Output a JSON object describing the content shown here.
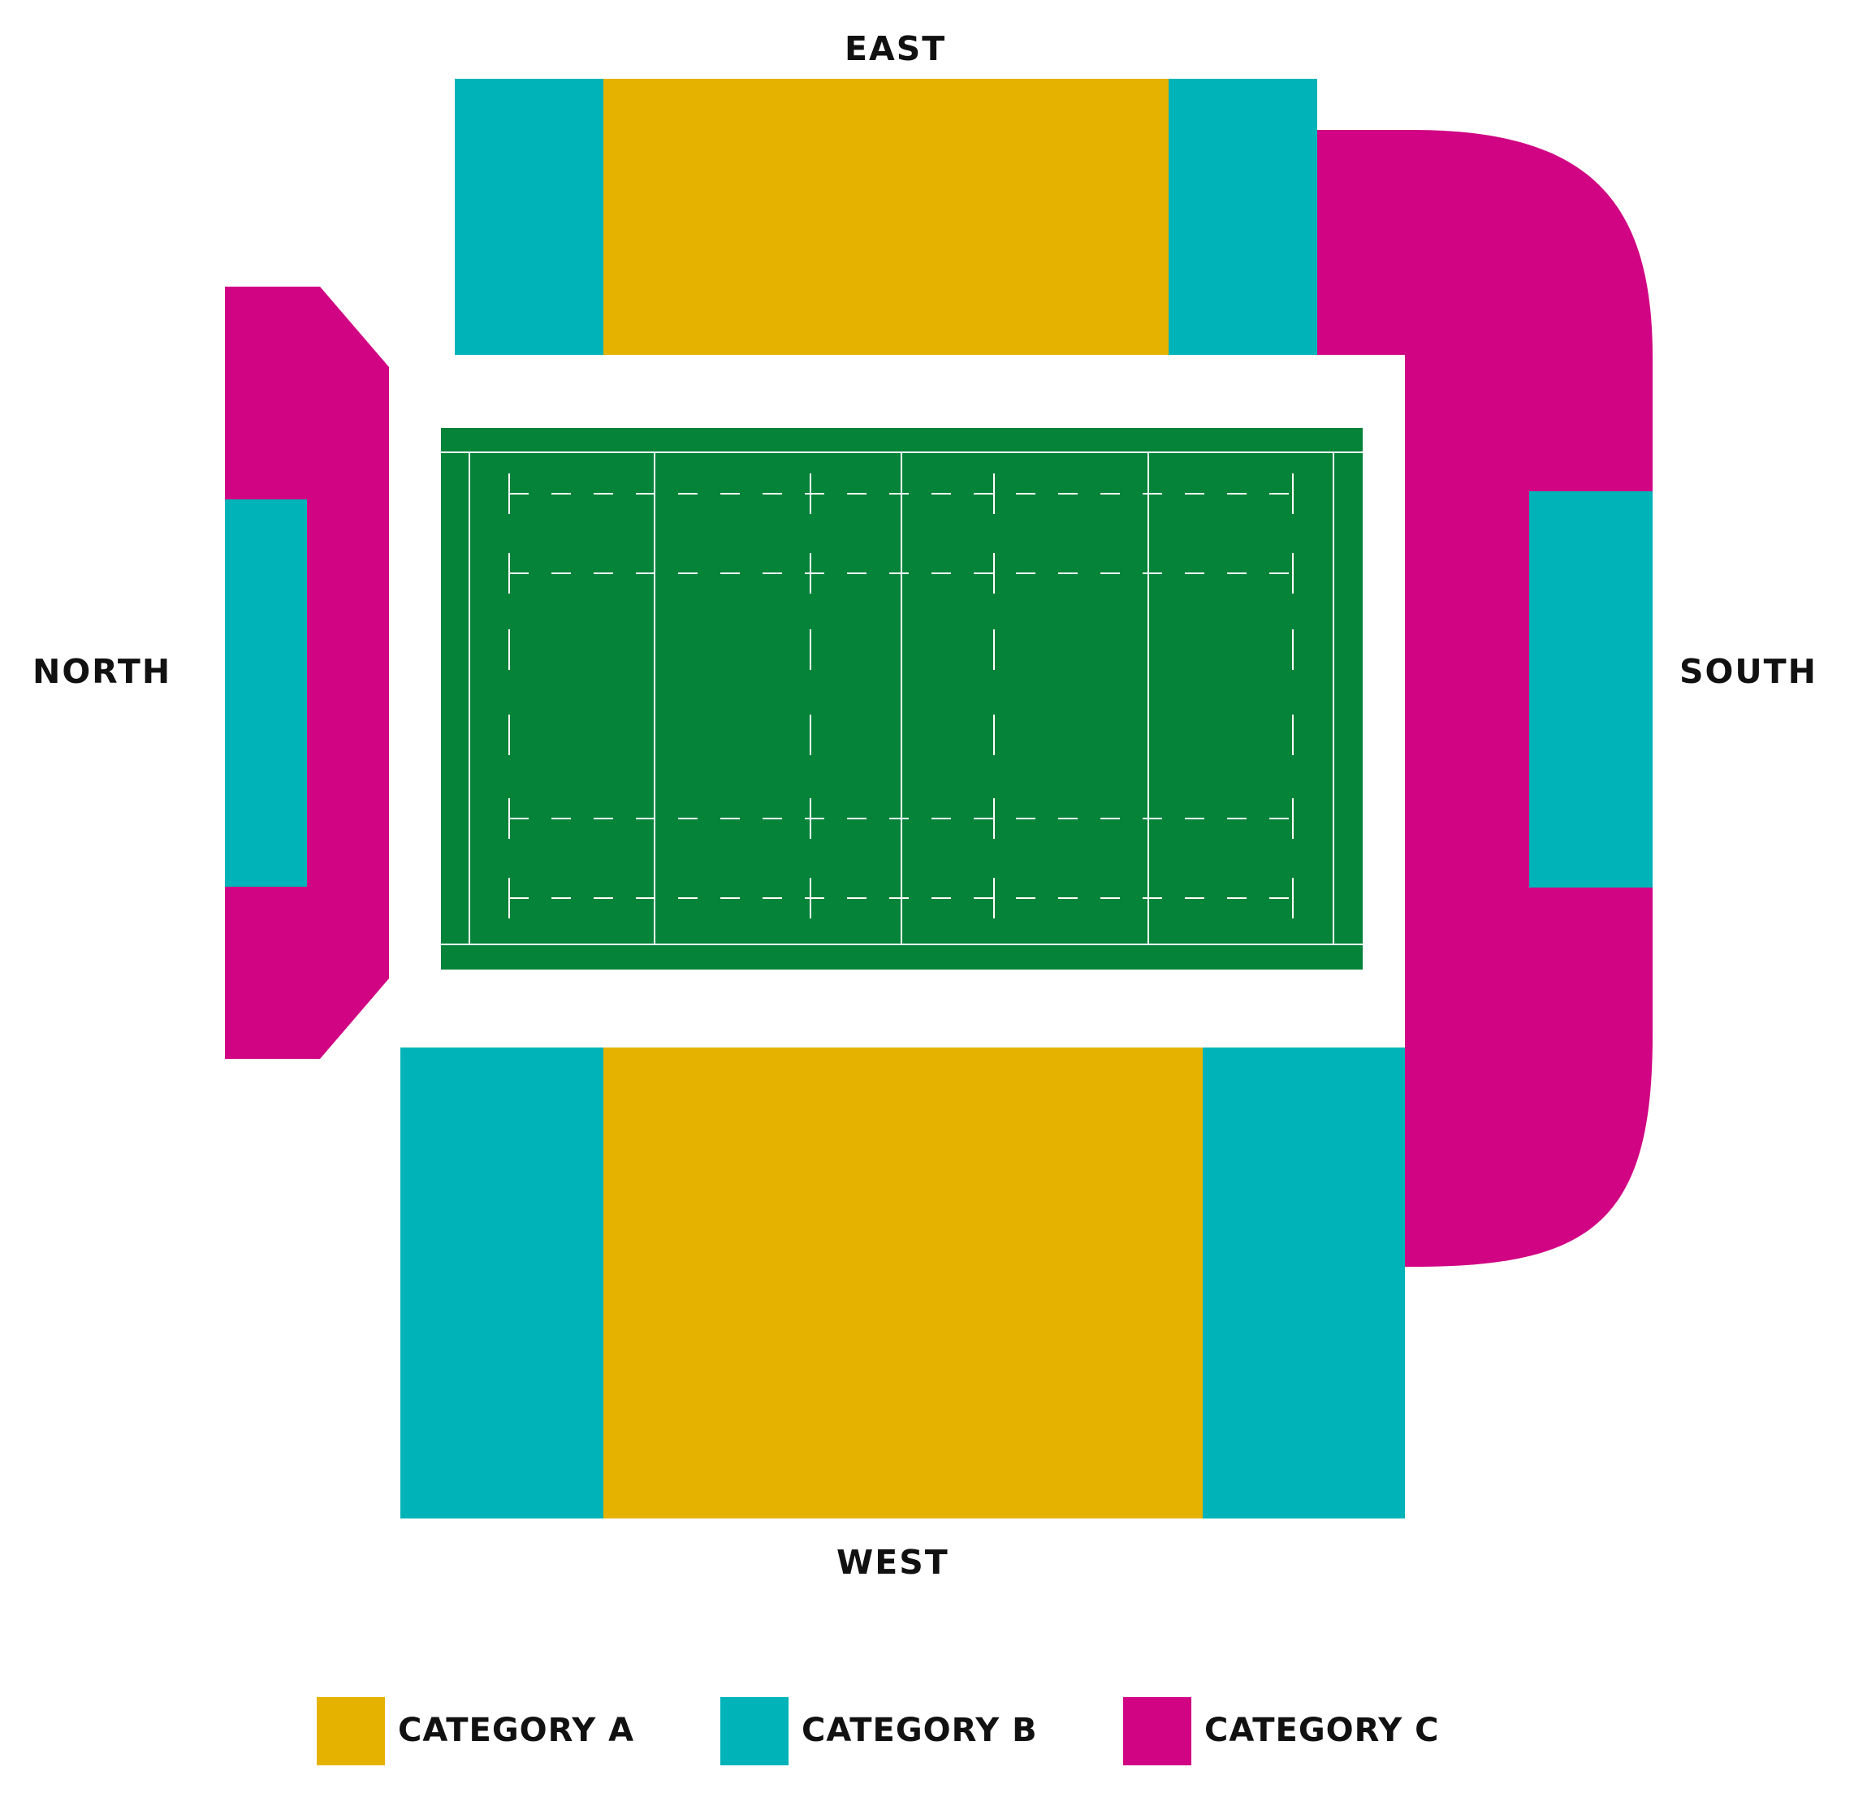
{
  "stands": {
    "east": "EAST",
    "west": "WEST",
    "north": "NORTH",
    "south": "SOUTH"
  },
  "legend": [
    {
      "label": "CATEGORY A",
      "color": "#E6B200"
    },
    {
      "label": "CATEGORY B",
      "color": "#00B3B8"
    },
    {
      "label": "CATEGORY C",
      "color": "#D10484"
    }
  ],
  "colors": {
    "category_a": "#E6B200",
    "category_b": "#00B3B8",
    "category_c": "#D10484",
    "pitch": "#058339",
    "pitch_lines": "#ffffff"
  }
}
